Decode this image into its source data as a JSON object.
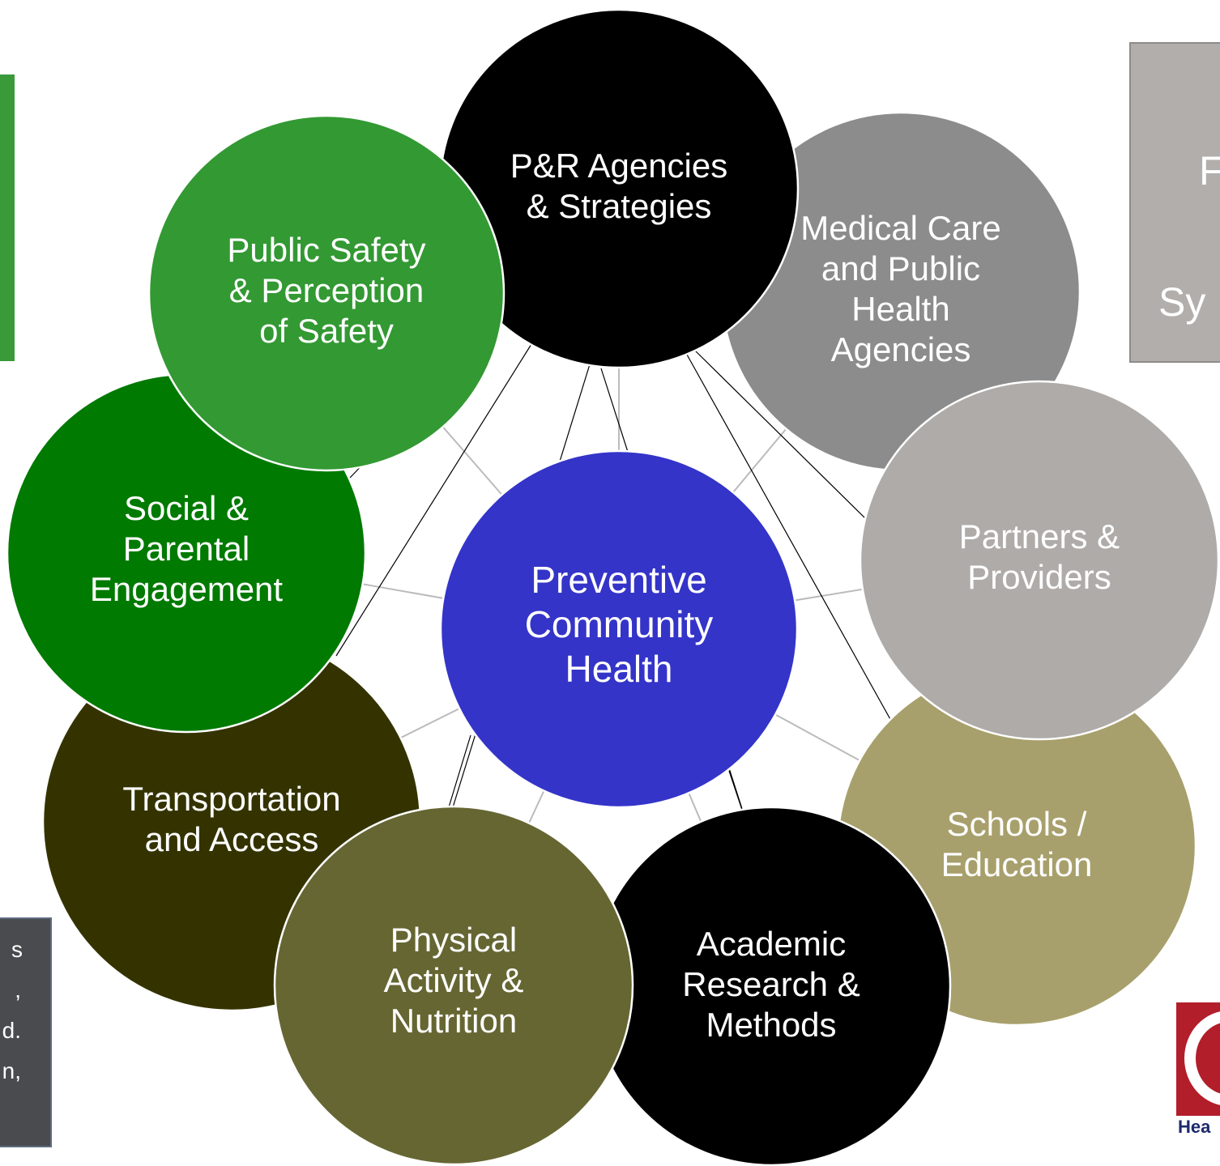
{
  "diagram": {
    "center": {
      "label_lines": [
        "Preventive",
        "Community",
        "Health"
      ],
      "color": "#3434c9"
    },
    "nodes": [
      {
        "id": "schools-education",
        "label_lines": [
          "Schools /",
          "Education"
        ],
        "color": "#a8a06c"
      },
      {
        "id": "academic-research",
        "label_lines": [
          "Academic",
          "Research &",
          "Methods"
        ],
        "color": "#000000"
      },
      {
        "id": "transportation",
        "label_lines": [
          "Transportation",
          "and Access"
        ],
        "color": "#343300"
      },
      {
        "id": "physical-activity",
        "label_lines": [
          "Physical",
          "Activity &",
          "Nutrition"
        ],
        "color": "#666633"
      },
      {
        "id": "social-parental",
        "label_lines": [
          "Social &",
          "Parental",
          "Engagement"
        ],
        "color": "#007a00"
      },
      {
        "id": "medical-care",
        "label_lines": [
          "Medical Care",
          "and Public",
          "Health",
          "Agencies"
        ],
        "color": "#8c8c8c"
      },
      {
        "id": "pr-agencies",
        "label_lines": [
          "P&R Agencies",
          "& Strategies"
        ],
        "color": "#000000"
      },
      {
        "id": "public-safety",
        "label_lines": [
          "Public Safety",
          "& Perception",
          "of Safety"
        ],
        "color": "#339933"
      },
      {
        "id": "partners-providers",
        "label_lines": [
          "Partners &",
          "Providers"
        ],
        "color": "#aeaba9"
      }
    ]
  },
  "side_panels": {
    "right_box_lines": [
      "F",
      "",
      "Sy"
    ],
    "left_box_lines": [
      "s",
      ",",
      "d.",
      "n,"
    ],
    "logo_text": "Hea"
  },
  "colors": {
    "green_panel": "#3a9a3a",
    "gray_panel": "#b1aeab",
    "dark_panel": "#4a4b4e",
    "logo_red": "#b21e2a",
    "spoke_gray": "#bbbbbb",
    "spoke_black": "#000000"
  }
}
